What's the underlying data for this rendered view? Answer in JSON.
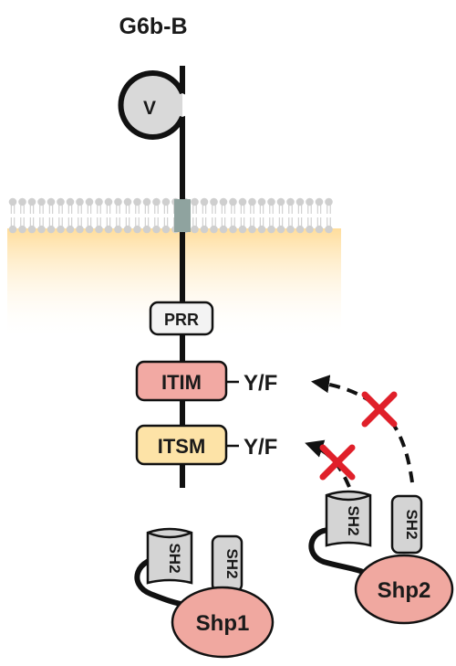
{
  "title": "G6b-B",
  "domains": {
    "v": "V",
    "prr": "PRR",
    "itim": "ITIM",
    "itsm": "ITSM"
  },
  "mutations": {
    "itim": "Y/F",
    "itsm": "Y/F"
  },
  "shp1": {
    "name": "Shp1",
    "sh2_a": "SH2",
    "sh2_b": "SH2"
  },
  "shp2": {
    "name": "Shp2",
    "sh2_a": "SH2",
    "sh2_b": "SH2"
  },
  "colors": {
    "itim_fill": "#f2a9a3",
    "itsm_fill": "#fde3a7",
    "prr_fill": "#f3f3f3",
    "shp_fill": "#f0a8a0",
    "sh2_fill": "#d4d4d4",
    "membrane_fill": "#ffe5a8",
    "tm_segment": "#8fa39f",
    "block_cross": "#e0202a"
  }
}
